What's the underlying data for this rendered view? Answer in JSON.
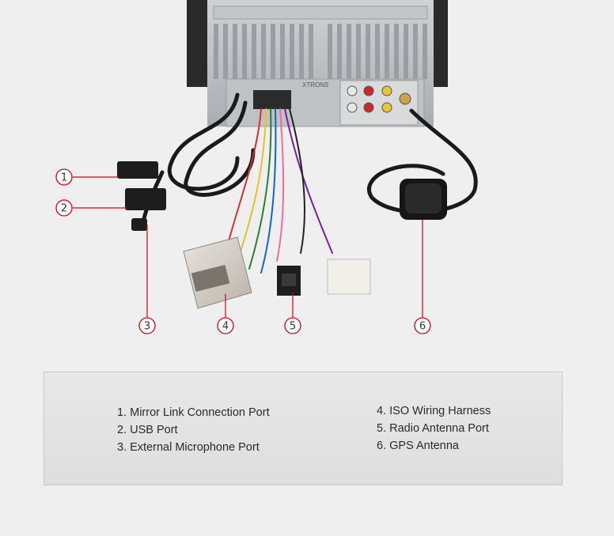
{
  "callouts": [
    {
      "number": "1"
    },
    {
      "number": "2"
    },
    {
      "number": "3"
    },
    {
      "number": "4"
    },
    {
      "number": "5"
    },
    {
      "number": "6"
    }
  ],
  "unit_brand": "XTRONS",
  "legend": {
    "left": [
      "1. Mirror Link Connection Port",
      "2. USB Port",
      "3. External Microphone Port"
    ],
    "right": [
      "4. ISO Wiring Harness",
      "5. Radio Antenna Port",
      "6. GPS Antenna"
    ]
  },
  "colors": {
    "accent_line": "#d0021b",
    "background": "#efefef",
    "unit_body": "#b9bcbf",
    "cable": "#1a1a1a"
  }
}
